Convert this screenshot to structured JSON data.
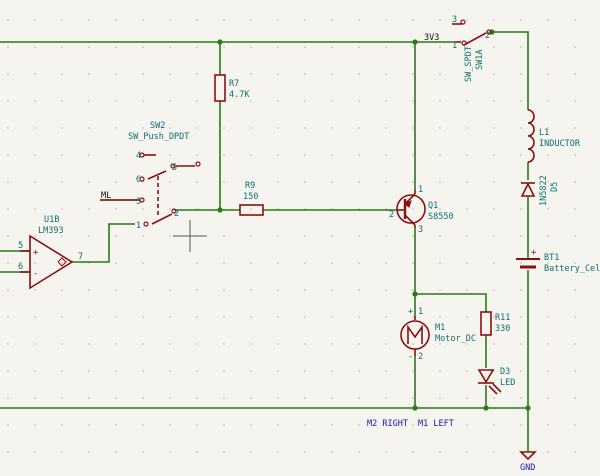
{
  "colors": {
    "background": "#f5f4ef",
    "grid": "#b9b6a9",
    "wire": "#2a7a16",
    "symbol": "#8a1010",
    "ref_text": "#0e6e6e",
    "net_label": "#1a1aa8",
    "label_text": "#111111",
    "junction": "#2a7a16"
  },
  "components": {
    "r7": {
      "ref": "R7",
      "value": "4.7K"
    },
    "r9": {
      "ref": "R9",
      "value": "150"
    },
    "r11": {
      "ref": "R11",
      "value": "330"
    },
    "sw2": {
      "ref": "SW2",
      "value": "SW_Push_DPDT",
      "pins": {
        "p1": "1",
        "p2": "2",
        "p3": "3",
        "p4": "4",
        "p5": "5",
        "p6": "6"
      }
    },
    "sw1a": {
      "ref": "SW1A",
      "value": "SW_SPDT",
      "pins": {
        "p1": "1",
        "p2": "2",
        "p3": "3"
      }
    },
    "u1b": {
      "ref": "U1B",
      "value": "LM393",
      "pins": {
        "p5": "5",
        "p6": "6",
        "p7": "7"
      },
      "plus_sign": "+",
      "minus_sign": "-"
    },
    "q1": {
      "ref": "Q1",
      "value": "S8550",
      "pins": {
        "p1": "1",
        "p2": "2",
        "p3": "3"
      }
    },
    "l1": {
      "ref": "L1",
      "value": "INDUCTOR"
    },
    "d5": {
      "ref": "D5",
      "value": "1N5822"
    },
    "bt1": {
      "ref": "BT1",
      "value": "Battery_Cell",
      "plus_sign": "+"
    },
    "m1": {
      "ref": "M1",
      "value": "Motor_DC",
      "pin_plus": "+",
      "pin_minus": "-",
      "pin_num1": "1",
      "pin_num2": "2"
    },
    "d3": {
      "ref": "D3",
      "value": "LED"
    }
  },
  "labels": {
    "ml": "ML",
    "v3v3": "3V3",
    "gnd": "GND",
    "m2_right": "M2 RIGHT",
    "m1_left": "M1 LEFT"
  }
}
